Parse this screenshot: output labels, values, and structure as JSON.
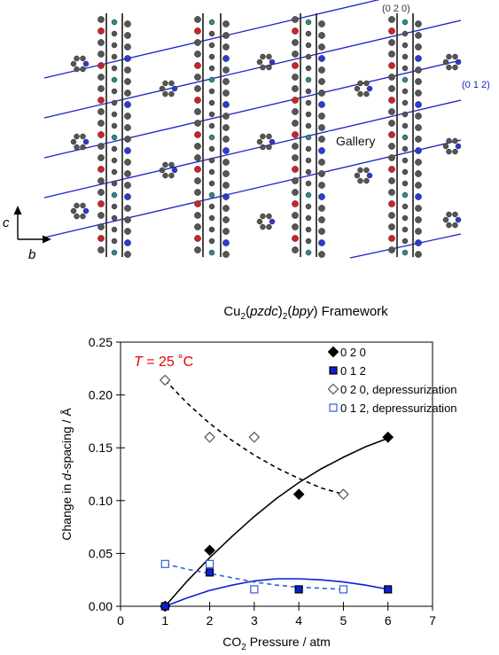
{
  "structure": {
    "miller_020": "(0 2 0)",
    "miller_012": "(0 1 2)",
    "gallery_label": "Gallery",
    "axis_c": "c",
    "axis_b": "b",
    "colors": {
      "atom_carbon": "#555555",
      "atom_oxygen": "#d42020",
      "atom_nitrogen": "#2a3ad8",
      "atom_copper": "#2e8a8a",
      "plane_line": "#1b22c8",
      "stack_line": "#333333"
    }
  },
  "chart_data": {
    "type": "scatter",
    "title_parts": {
      "cu": "Cu",
      "sub1": "2",
      "open1": "(",
      "pzdc": "pzdc",
      "close1": ")",
      "sub2": "2",
      "open2": "(",
      "bpy": "bpy",
      "close2": ")",
      "tail": " Framework"
    },
    "annotation": {
      "t": "T",
      "rest": " = 25 ˚C",
      "color": "#e60000"
    },
    "xlabel_parts": {
      "co": "CO",
      "sub": "2",
      "rest": " Pressure / atm"
    },
    "ylabel_parts": {
      "pre": "Change in ",
      "d": "d",
      "post": "-spacing / Å"
    },
    "xlim": [
      0,
      7
    ],
    "ylim": [
      0,
      0.25
    ],
    "x_ticks": [
      "0",
      "1",
      "2",
      "3",
      "4",
      "5",
      "6",
      "7"
    ],
    "y_ticks": [
      "0.00",
      "0.05",
      "0.10",
      "0.15",
      "0.20",
      "0.25"
    ],
    "legend_position": "top-right",
    "series": [
      {
        "name": "0 2 0",
        "marker": "diamond-filled",
        "color": "#000000",
        "x": [
          1,
          2,
          4,
          6
        ],
        "y": [
          0.0,
          0.053,
          0.106,
          0.16
        ]
      },
      {
        "name": "0 1 2",
        "marker": "square-filled",
        "color": "#0a1fd8",
        "x": [
          1,
          2,
          4,
          6
        ],
        "y": [
          0.0,
          0.032,
          0.016,
          0.016
        ]
      },
      {
        "name": "0 2 0, depressurization",
        "marker": "diamond-open",
        "color": "#555555",
        "x": [
          1,
          2,
          3,
          5
        ],
        "y": [
          0.214,
          0.16,
          0.16,
          0.106
        ]
      },
      {
        "name": "0 1 2, depressurization",
        "marker": "square-open",
        "color": "#2f5de0",
        "x": [
          1,
          2,
          3,
          5
        ],
        "y": [
          0.04,
          0.04,
          0.016,
          0.016
        ]
      }
    ],
    "fits": [
      {
        "series": "0 2 0",
        "style": "solid",
        "color": "#000000",
        "x": [
          1,
          1.5,
          2,
          2.5,
          3,
          3.5,
          4,
          4.5,
          5,
          5.5,
          6
        ],
        "y": [
          0.0,
          0.024,
          0.046,
          0.066,
          0.085,
          0.102,
          0.117,
          0.13,
          0.141,
          0.151,
          0.159
        ]
      },
      {
        "series": "0 1 2",
        "style": "solid",
        "color": "#0a1fd8",
        "x": [
          1,
          1.5,
          2,
          2.5,
          3,
          3.5,
          4,
          4.5,
          5,
          5.5,
          6
        ],
        "y": [
          0.0,
          0.008,
          0.015,
          0.02,
          0.024,
          0.026,
          0.026,
          0.025,
          0.023,
          0.02,
          0.016
        ]
      },
      {
        "series": "0 2 0, depressurization",
        "style": "dashed",
        "color": "#000000",
        "x": [
          1,
          1.5,
          2,
          2.5,
          3,
          3.5,
          4,
          4.5,
          5
        ],
        "y": [
          0.214,
          0.192,
          0.173,
          0.157,
          0.143,
          0.131,
          0.121,
          0.112,
          0.106
        ]
      },
      {
        "series": "0 1 2, depressurization",
        "style": "dashed",
        "color": "#2f5de0",
        "x": [
          1,
          1.5,
          2,
          2.5,
          3,
          3.5,
          4,
          4.5,
          5
        ],
        "y": [
          0.04,
          0.035,
          0.031,
          0.027,
          0.023,
          0.02,
          0.018,
          0.017,
          0.016
        ]
      }
    ]
  }
}
